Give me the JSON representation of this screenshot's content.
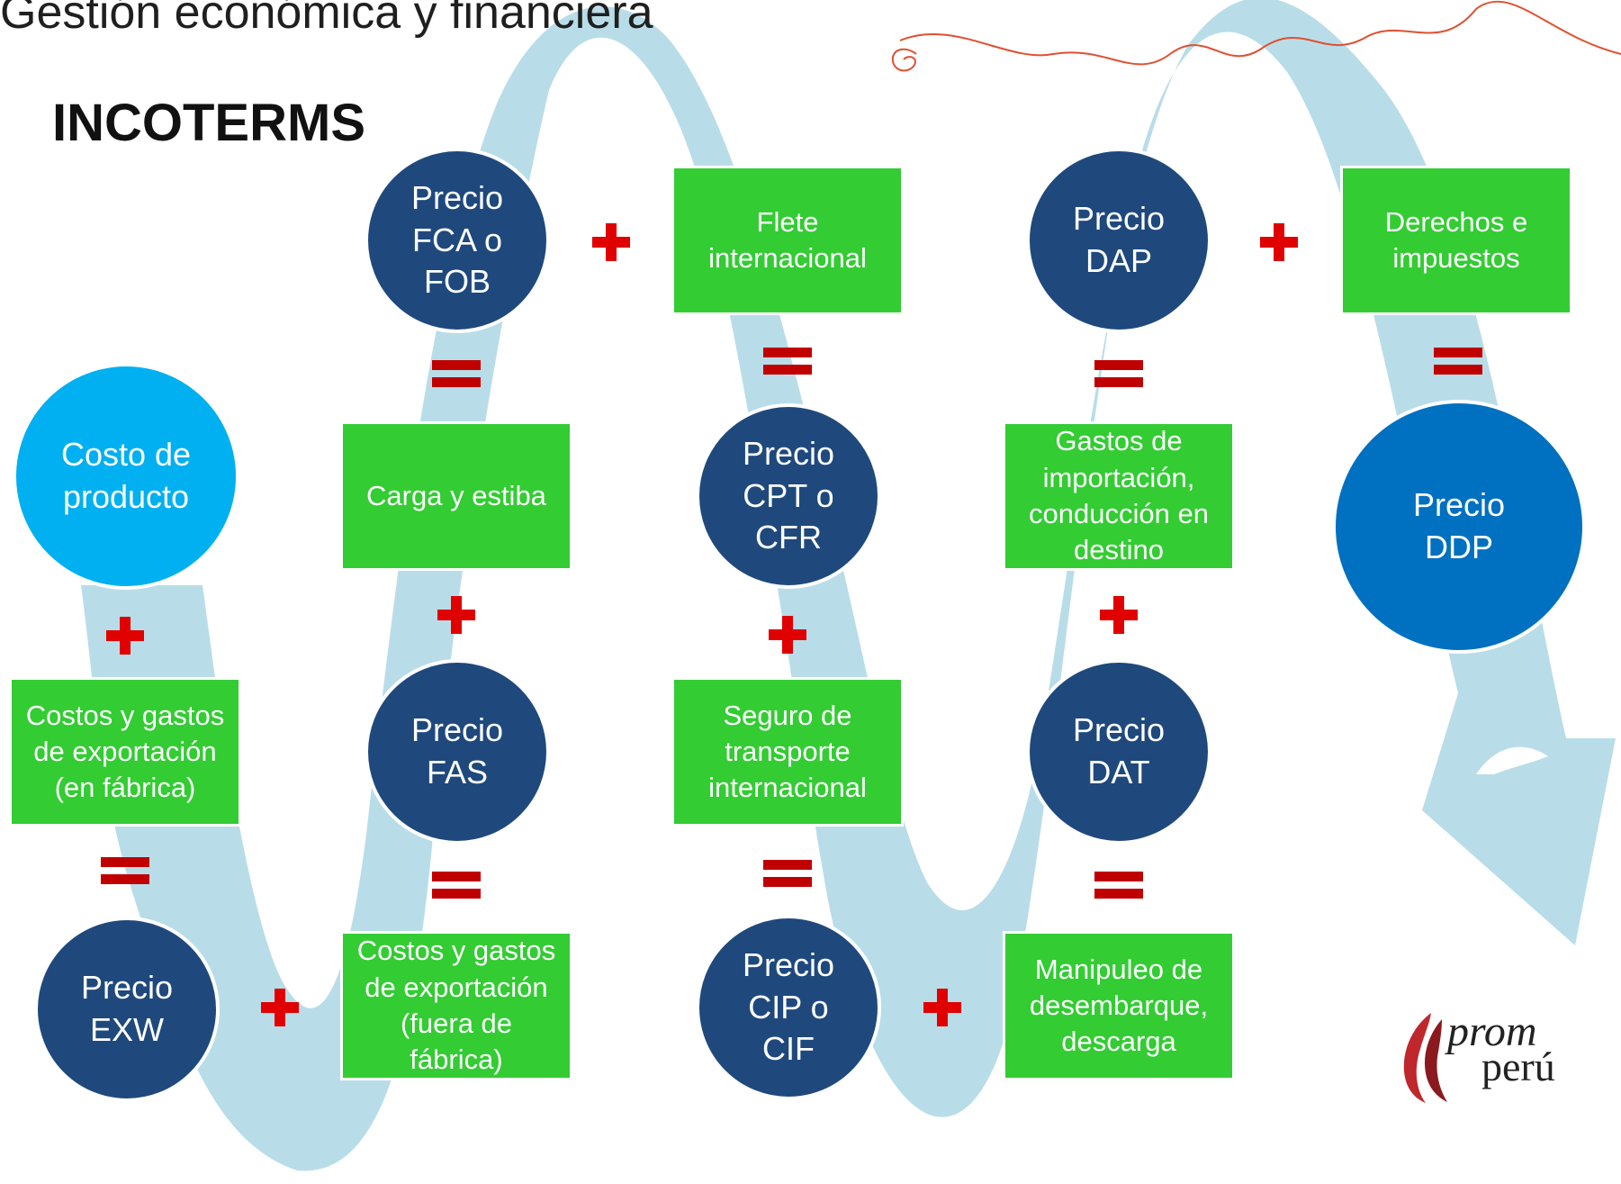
{
  "header": {
    "title": "Gestión económica y financiera",
    "subtitle": "INCOTERMS"
  },
  "nodes": {
    "costo_producto": "Costo de\nproducto",
    "costos_fabrica": "Costos y gastos\nde exportación\n(en fábrica)",
    "precio_exw": "Precio\nEXW",
    "carga_estiba": "Carga y estiba",
    "precio_fca_fob": "Precio\nFCA o\nFOB",
    "precio_fas": "Precio\nFAS",
    "costos_fuera": "Costos y gastos\nde exportación\n(fuera de\nfábrica)",
    "flete": "Flete\ninternacional",
    "precio_cpt_cfr": "Precio\nCPT o\nCFR",
    "seguro": "Seguro de\ntransporte\ninternacional",
    "precio_cip_cif": "Precio\nCIP o\nCIF",
    "manipuleo": "Manipuleo de\ndesembarque,\ndescarga",
    "precio_dat": "Precio\nDAT",
    "gastos_importacion": "Gastos de\nimportación,\nconducción en\ndestino",
    "precio_dap": "Precio\nDAP",
    "derechos": "Derechos e\nimpuestos",
    "precio_ddp": "Precio\nDDP"
  },
  "logo": {
    "line1": "prom",
    "line2": "perú"
  },
  "colors": {
    "dark_circle": "#1f497d",
    "light_circle": "#00b0f0",
    "final_circle": "#0070c0",
    "box": "#33cc33",
    "ribbon": "#b8dde8",
    "operator": "#e00000"
  }
}
